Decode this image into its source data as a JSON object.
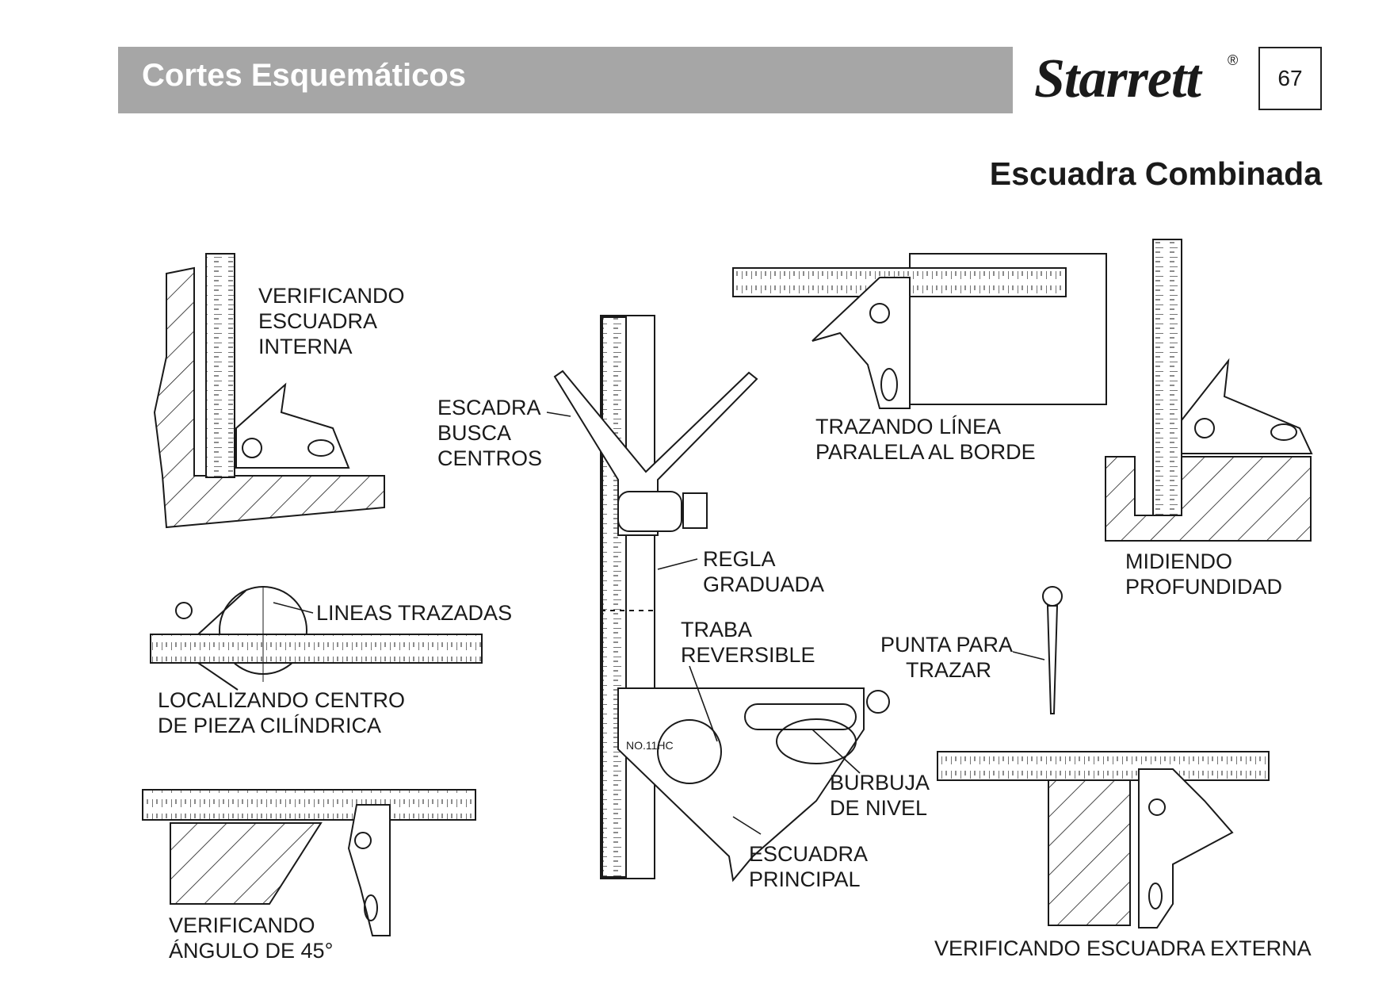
{
  "header": {
    "section_title": "Cortes Esquemáticos",
    "brand": "Starrett",
    "brand_mark": "®",
    "page_number": "67"
  },
  "subtitle": "Escuadra Combinada",
  "figures": {
    "internal_square": {
      "line1": "VERIFICANDO",
      "line2": "ESCUADRA",
      "line3": "INTERNA"
    },
    "center_finder": {
      "line1": "ESCADRA",
      "line2": "BUSCA",
      "line3": "CENTROS"
    },
    "parallel_line": {
      "line1": "TRAZANDO LÍNEA",
      "line2": "PARALELA AL BORDE"
    },
    "depth": {
      "line1": "MIDIENDO",
      "line2": "PROFUNDIDAD"
    },
    "scribed_lines": {
      "line1": "LINEAS TRAZADAS"
    },
    "cylinder_center": {
      "line1": "LOCALIZANDO CENTRO",
      "line2": "DE PIEZA CILÍNDRICA"
    },
    "graduated_rule": {
      "line1": "REGLA",
      "line2": "GRADUADA"
    },
    "reversible_lock": {
      "line1": "TRABA",
      "line2": "REVERSIBLE"
    },
    "scriber": {
      "line1": "PUNTA PARA",
      "line2": "TRAZAR"
    },
    "level_bubble": {
      "line1": "BURBUJA",
      "line2": "DE NIVEL"
    },
    "main_square": {
      "line1": "ESCUADRA",
      "line2": "PRINCIPAL"
    },
    "angle_45": {
      "line1": "VERIFICANDO",
      "line2": "ÁNGULO DE 45°"
    },
    "external_square": {
      "line1": "VERIFICANDO ESCUADRA EXTERNA"
    }
  },
  "model_stamp": "NO.11HC",
  "colors": {
    "header_band": "#a6a6a6",
    "ink": "#1a1a1a"
  }
}
